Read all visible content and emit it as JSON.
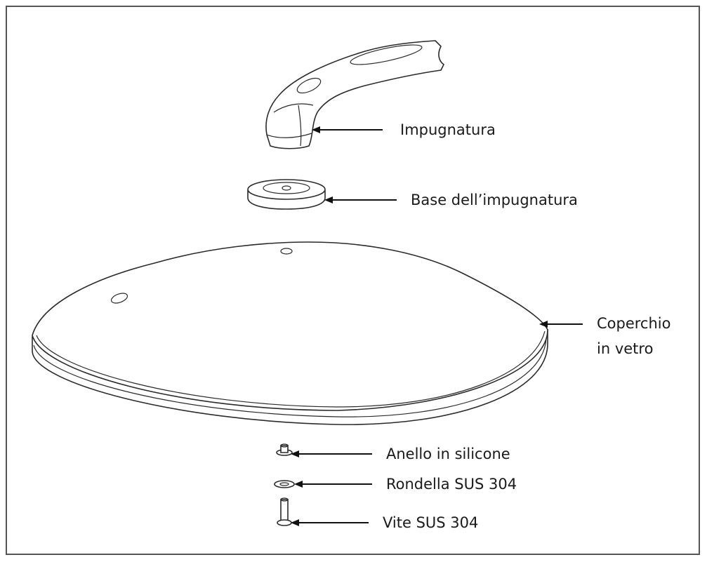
{
  "parts": {
    "handle": "Impugnatura",
    "handle_base": "Base dell’impugnatura",
    "glass_lid_line1": "Coperchio",
    "glass_lid_line2": "in vetro",
    "silicone_ring": "Anello in silicone",
    "washer": "Rondella SUS 304",
    "screw": "Vite SUS 304"
  }
}
